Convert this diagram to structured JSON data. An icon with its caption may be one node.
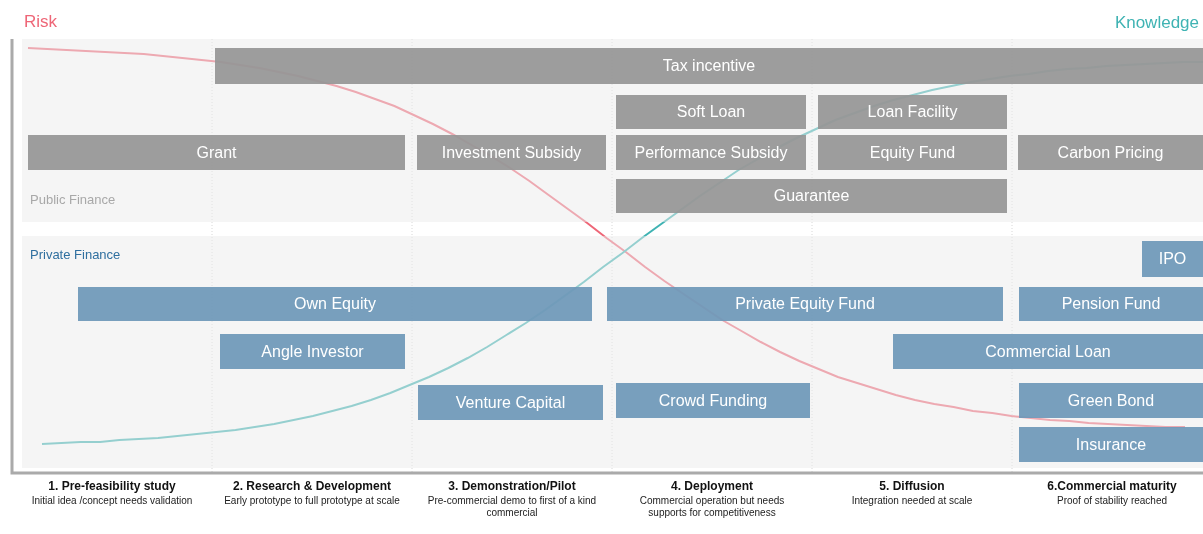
{
  "diagram": {
    "nodes": [
      {
        "text": [
          "Public Finance"
        ]
      },
      {
        "text": [
          "Tax incentive"
        ],
        "in": 0
      },
      {
        "text": [
          "Soft Loan"
        ],
        "in": 0
      },
      {
        "text": [
          "Loan Facility"
        ],
        "in": 0
      },
      {
        "text": [
          "Grant"
        ],
        "in": 0
      },
      {
        "text": [
          "Investment Subsidy"
        ],
        "in": 0
      },
      {
        "text": [
          "Performance Subsidy"
        ],
        "in": 0
      },
      {
        "text": [
          "Equity Fund"
        ],
        "in": 0
      },
      {
        "text": [
          "Carbon Pricing"
        ],
        "in": 0
      },
      {
        "text": [
          "Guarantee"
        ],
        "in": 0
      },
      {
        "text": [
          "Private Finance"
        ]
      },
      {
        "text": [
          "IPO"
        ],
        "in": 10
      },
      {
        "text": [
          "Own Equity"
        ],
        "in": 10
      },
      {
        "text": [
          "Private Equity Fund"
        ],
        "in": 10
      },
      {
        "text": [
          "Pension Fund"
        ],
        "in": 10
      },
      {
        "text": [
          "Angle Investor"
        ],
        "in": 10
      },
      {
        "text": [
          "Commercial Loan"
        ],
        "in": 10
      },
      {
        "text": [
          "Venture Capital"
        ],
        "in": 10
      },
      {
        "text": [
          "Crowd Funding"
        ],
        "in": 10
      },
      {
        "text": [
          "Green Bond"
        ],
        "in": 10
      },
      {
        "text": [
          "Insurance"
        ],
        "in": 10
      }
    ],
    "edges": [],
    "labels": [
      "Risk",
      "Knowledge",
      "1. Pre-feasibility study",
      "Initial idea /concept needs validation",
      "2. Research & Development",
      "Early prototype to full prototype at scale",
      "3. Demonstration/Pilot",
      "Pre-commercial demo to first of a kind commercial",
      "4. Deployment",
      "Commercial operation but needs supports for competitiveness",
      "5. Diffusion",
      "Integration needed at scale",
      "6.Commercial maturity",
      "Proof of stability reached"
    ]
  }
}
